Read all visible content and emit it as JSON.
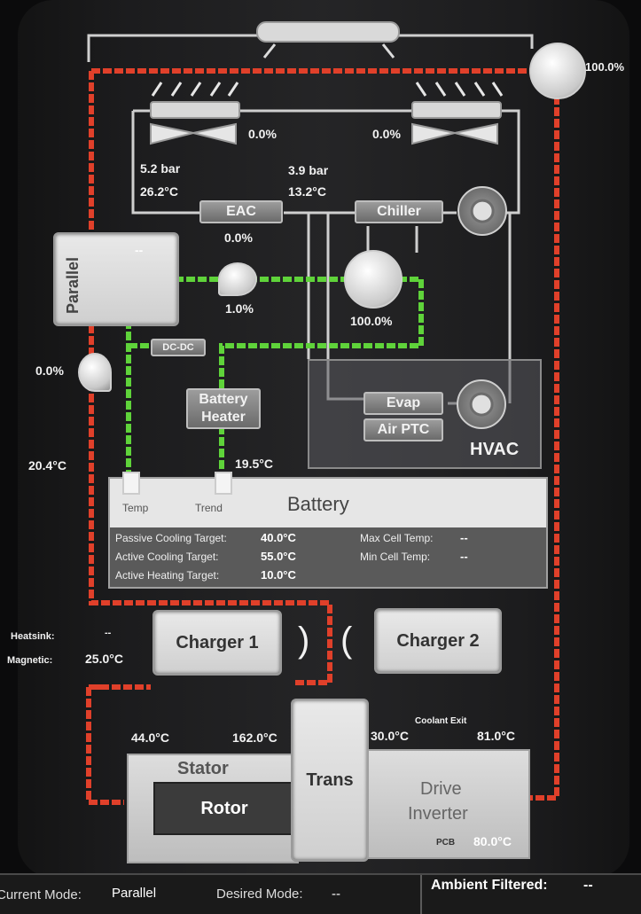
{
  "condenser": {
    "top_fan_pct": "100.0%"
  },
  "fans": {
    "left_pct": "0.0%",
    "right_pct": "0.0%"
  },
  "refrigerant": {
    "high_pressure": "5.2 bar",
    "high_temp": "26.2°C",
    "low_pressure": "3.9 bar",
    "low_temp": "13.2°C"
  },
  "eac": {
    "label": "EAC",
    "pct": "0.0%"
  },
  "chiller": {
    "label": "Chiller"
  },
  "valve_mode": {
    "label": "Parallel",
    "dash": "--"
  },
  "pumps": {
    "battery_pump_pct": "1.0%",
    "chiller_pump_pct": "100.0%",
    "powertrain_pump_pct": "0.0%"
  },
  "dcdc": {
    "label": "DC-DC"
  },
  "battery_heater": {
    "label": "Battery Heater",
    "temp": "19.5°C"
  },
  "left_temp": "20.4°C",
  "hvac": {
    "title": "HVAC",
    "evap_label": "Evap",
    "air_ptc_label": "Air PTC"
  },
  "battery": {
    "title": "Battery",
    "temp_label": "Temp",
    "trend_label": "Trend",
    "passive_cooling_label": "Passive Cooling Target:",
    "passive_cooling_value": "40.0°C",
    "active_cooling_label": "Active Cooling Target:",
    "active_cooling_value": "55.0°C",
    "active_heating_label": "Active Heating Target:",
    "active_heating_value": "10.0°C",
    "max_cell_label": "Max Cell Temp:",
    "max_cell_value": "--",
    "min_cell_label": "Min Cell Temp:",
    "min_cell_value": "--"
  },
  "charger": {
    "heatsink_label": "Heatsink:",
    "heatsink_value": "--",
    "magnetic_label": "Magnetic:",
    "magnetic_value": "25.0°C",
    "charger1_label": "Charger 1",
    "charger2_label": "Charger 2"
  },
  "drive": {
    "stator_temp": "44.0°C",
    "rotor_temp": "162.0°C",
    "coolant_inlet_temp": "30.0°C",
    "coolant_exit_label": "Coolant Exit",
    "coolant_exit_temp": "81.0°C",
    "stator_label": "Stator",
    "rotor_label": "Rotor",
    "trans_label": "Trans",
    "inverter_label_1": "Drive",
    "inverter_label_2": "Inverter",
    "pcb_label": "PCB",
    "pcb_temp": "80.0°C"
  },
  "status": {
    "current_mode_label": "Current Mode:",
    "current_mode_value": "Parallel",
    "desired_mode_label": "Desired Mode:",
    "desired_mode_value": "--",
    "ambient_label": "Ambient Filtered:",
    "ambient_value": "--"
  },
  "colors": {
    "red_loop": "#e0402a",
    "green_loop": "#5fd33a",
    "grey_line": "#cfcfcf"
  }
}
